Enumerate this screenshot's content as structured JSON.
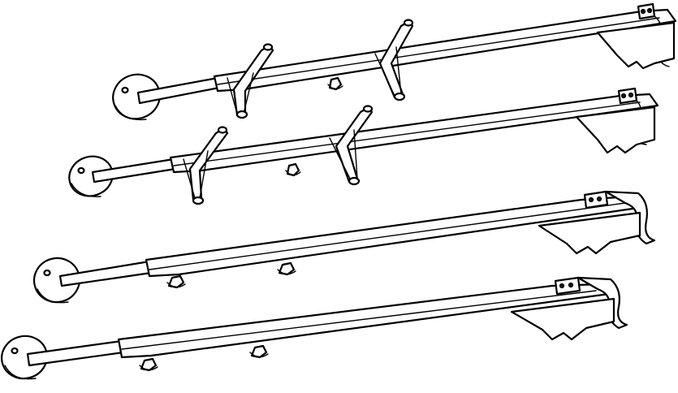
{
  "diagram": {
    "stroke_color": "#000000",
    "fill_color": "#ffffff",
    "assemblies": [
      {
        "variant": "with-brackets"
      },
      {
        "variant": "with-brackets"
      },
      {
        "variant": "plain"
      },
      {
        "variant": "plain"
      }
    ]
  }
}
